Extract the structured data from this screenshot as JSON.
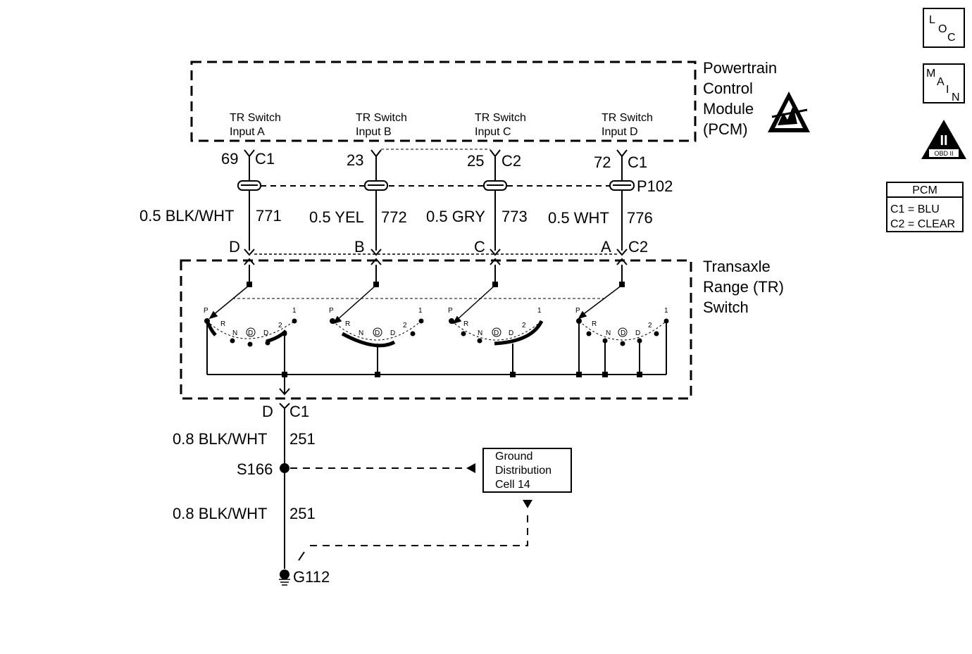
{
  "pcm": {
    "title_lines": [
      "Powertrain",
      "Control",
      "Module",
      "(PCM)"
    ],
    "inputs": [
      {
        "line1": "TR Switch",
        "line2": "Input A",
        "pin": "69",
        "connector": "C1"
      },
      {
        "line1": "TR Switch",
        "line2": "Input B",
        "pin": "23",
        "connector": ""
      },
      {
        "line1": "TR Switch",
        "line2": "Input C",
        "pin": "25",
        "connector": "C2"
      },
      {
        "line1": "TR Switch",
        "line2": "Input D",
        "pin": "72",
        "connector": "C1"
      }
    ]
  },
  "inline_connector": "P102",
  "wires": [
    {
      "size_color": "0.5 BLK/WHT",
      "circuit": "771",
      "tr_terminal": "D"
    },
    {
      "size_color": "0.5 YEL",
      "circuit": "772",
      "tr_terminal": "B"
    },
    {
      "size_color": "0.5 GRY",
      "circuit": "773",
      "tr_terminal": "C"
    },
    {
      "size_color": "0.5 WHT",
      "circuit": "776",
      "tr_terminal": "A"
    }
  ],
  "tr_connector_top": "C2",
  "tr_switch": {
    "title_lines": [
      "Transaxle",
      "Range (TR)",
      "Switch"
    ],
    "positions": [
      "P",
      "R",
      "N",
      "D",
      "D",
      "2",
      "1"
    ]
  },
  "ground_path": {
    "terminal": "D",
    "connector": "C1",
    "wire1": {
      "size_color": "0.8 BLK/WHT",
      "circuit": "251"
    },
    "splice": "S166",
    "wire2": {
      "size_color": "0.8 BLK/WHT",
      "circuit": "251"
    },
    "ground": "G112"
  },
  "ground_ref_box": [
    "Ground",
    "Distribution",
    "Cell 14"
  ],
  "side_icons": {
    "loc": [
      "L",
      "O",
      "C"
    ],
    "main": [
      "M",
      "A",
      "I",
      "N"
    ],
    "obd": {
      "numeral": "II",
      "label": "OBD II"
    },
    "pcm_legend": {
      "title": "PCM",
      "rows": [
        "C1 = BLU",
        "C2 = CLEAR"
      ]
    }
  }
}
